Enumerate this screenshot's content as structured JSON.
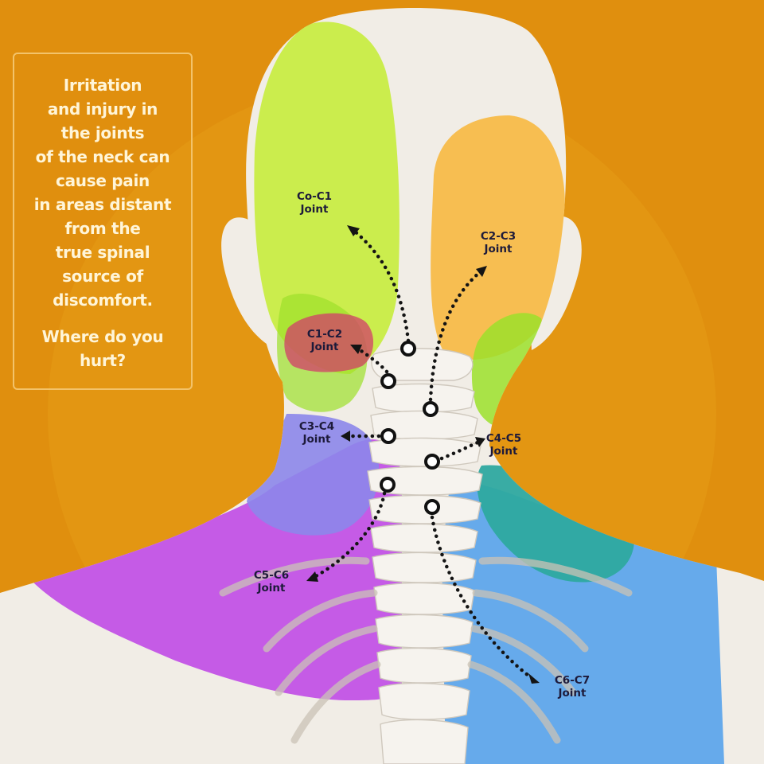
{
  "intro": {
    "lines": [
      "Irritation",
      "and injury in",
      "the joints",
      "of the neck can",
      "cause pain",
      "in areas distant",
      "from the",
      "true spinal",
      "source of",
      "discomfort."
    ],
    "question_lines": [
      "Where do you",
      "hurt?"
    ]
  },
  "joints": [
    {
      "id": "c0-c1",
      "line1": "Co-C1",
      "line2": "Joint",
      "region_color": "#c6ec3c"
    },
    {
      "id": "c1-c2",
      "line1": "C1-C2",
      "line2": "Joint",
      "region_color": "#d23e6a"
    },
    {
      "id": "c2-c3",
      "line1": "C2-C3",
      "line2": "Joint",
      "region_color": "#f7b840"
    },
    {
      "id": "c3-c4",
      "line1": "C3-C4",
      "line2": "Joint",
      "region_color": "#8c86ea"
    },
    {
      "id": "c4-c5",
      "line1": "C4-C5",
      "line2": "Joint",
      "region_color": "#9ce02a"
    },
    {
      "id": "c5-c6",
      "line1": "C5-C6",
      "line2": "Joint",
      "region_color": "#c14ee6"
    },
    {
      "id": "c6-c7",
      "line1": "C6-C7",
      "line2": "Joint",
      "region_color": "#5aa4ec"
    }
  ],
  "colors": {
    "background": "#e08f0e",
    "body": "#f1ede6",
    "label_text": "#1d1a3a",
    "intro_text": "#fff5d8",
    "box_border": "#f3c36a",
    "teal_region": "#2ea9a0"
  }
}
